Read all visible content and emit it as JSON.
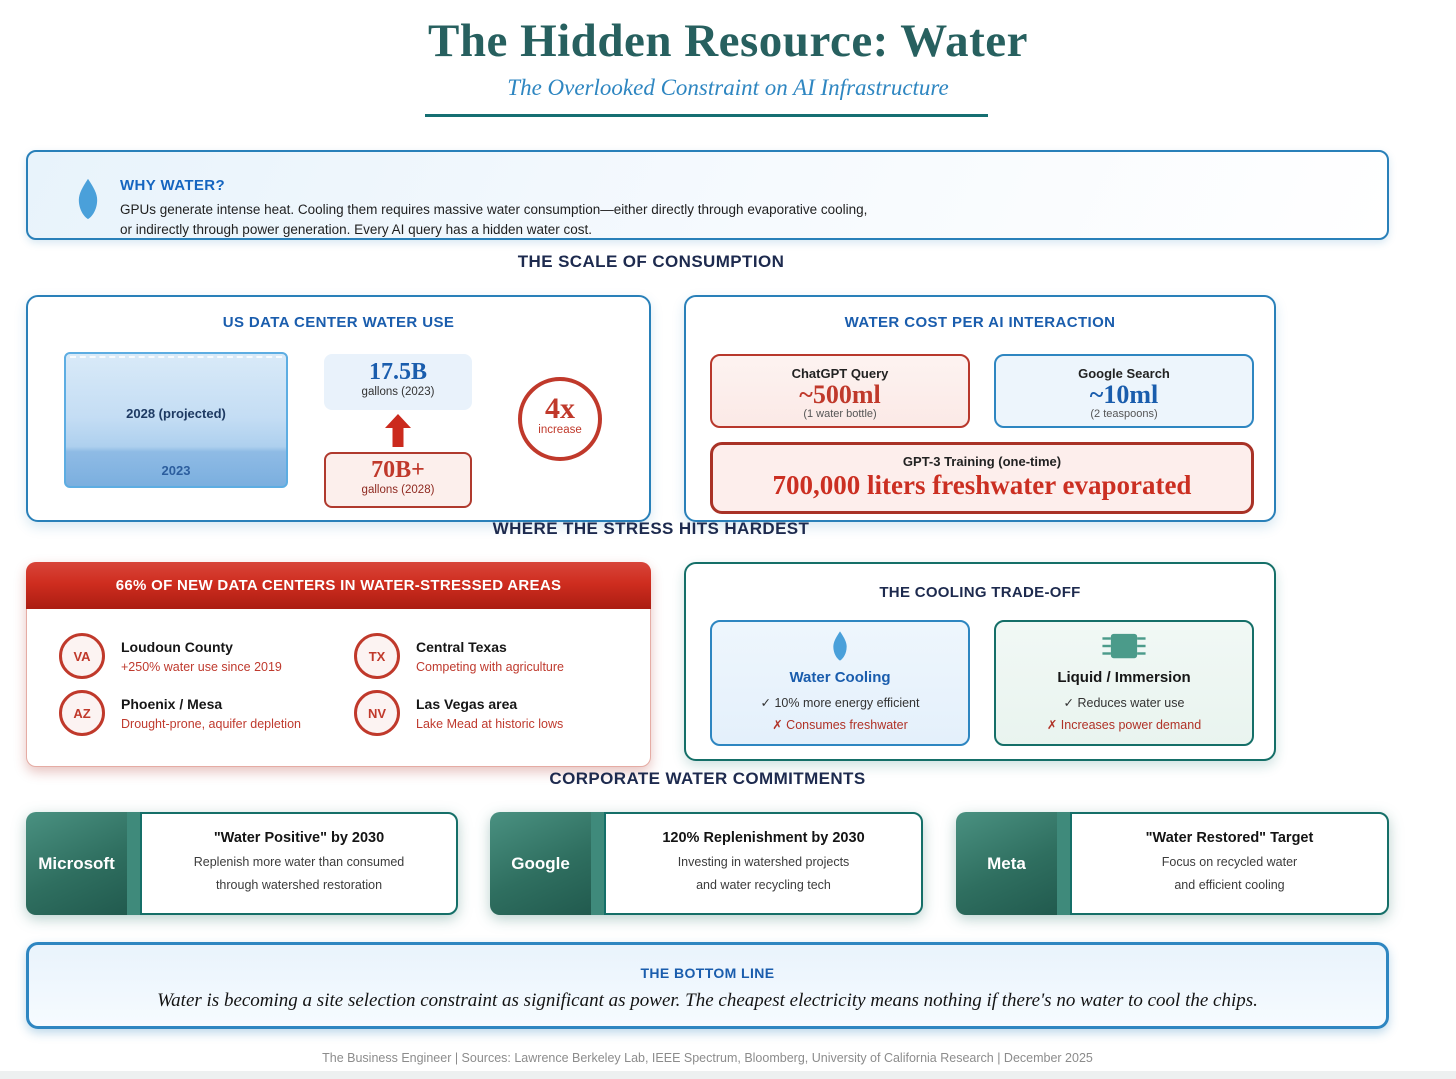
{
  "page": {
    "title": "The Hidden Resource: Water",
    "subtitle": "The Overlooked Constraint on AI Infrastructure",
    "footer": "The Business Engineer | Sources: Lawrence Berkeley Lab, IEEE Spectrum, Bloomberg, University of California Research | December 2025"
  },
  "why_water": {
    "heading": "WHY WATER?",
    "line1": "GPUs generate intense heat. Cooling them requires massive water consumption—either directly through evaporative cooling,",
    "line2": "or indirectly through power generation. Every AI query has a hidden water cost.",
    "icon": "water-droplet"
  },
  "sections": {
    "scale": "THE SCALE OF CONSUMPTION",
    "stress": "WHERE THE STRESS HITS HARDEST",
    "corporate": "CORPORATE WATER COMMITMENTS"
  },
  "water_use": {
    "heading": "US DATA CENTER WATER USE",
    "chart": {
      "top_label": "2028 (projected)",
      "bottom_label": "2023"
    },
    "stat_2023": {
      "value": "17.5B",
      "label": "gallons (2023)"
    },
    "stat_2028": {
      "value": "70B+",
      "label": "gallons (2028)"
    },
    "multiplier": {
      "value": "4x",
      "label": "increase"
    }
  },
  "ai_cost": {
    "heading": "WATER COST PER AI INTERACTION",
    "chatgpt": {
      "title": "ChatGPT Query",
      "value": "~500ml",
      "note": "(1 water bottle)"
    },
    "google": {
      "title": "Google Search",
      "value": "~10ml",
      "note": "(2 teaspoons)"
    },
    "gpt3": {
      "title": "GPT-3 Training (one-time)",
      "value": "700,000 liters freshwater evaporated"
    }
  },
  "stress": {
    "banner": "66% OF NEW DATA CENTERS IN WATER-STRESSED AREAS",
    "locations": [
      {
        "state": "VA",
        "name": "Loudoun County",
        "detail": "+250% water use since 2019"
      },
      {
        "state": "TX",
        "name": "Central Texas",
        "detail": "Competing with agriculture"
      },
      {
        "state": "AZ",
        "name": "Phoenix / Mesa",
        "detail": "Drought-prone, aquifer depletion"
      },
      {
        "state": "NV",
        "name": "Las Vegas area",
        "detail": "Lake Mead at historic lows"
      }
    ]
  },
  "cooling": {
    "heading": "THE COOLING TRADE-OFF",
    "water": {
      "title": "Water Cooling",
      "pro": "✓ 10% more energy efficient",
      "con": "✗ Consumes freshwater",
      "icon": "water-droplet"
    },
    "liquid": {
      "title": "Liquid / Immersion",
      "pro": "✓ Reduces water use",
      "con": "✗ Increases power demand",
      "icon": "chip"
    }
  },
  "corporate": [
    {
      "company": "Microsoft",
      "title": "\"Water Positive\" by 2030",
      "line1": "Replenish more water than consumed",
      "line2": "through watershed restoration"
    },
    {
      "company": "Google",
      "title": "120% Replenishment by 2030",
      "line1": "Investing in watershed projects",
      "line2": "and water recycling tech"
    },
    {
      "company": "Meta",
      "title": "\"Water Restored\" Target",
      "line1": "Focus on recycled water",
      "line2": "and efficient cooling"
    }
  ],
  "bottom_line": {
    "heading": "THE BOTTOM LINE",
    "text": "Water is becoming a site selection constraint as significant as power. The cheapest electricity means nothing if there's no water to cool the chips."
  },
  "colors": {
    "title_teal": "#27605f",
    "accent_blue": "#2e86c1",
    "heading_navy": "#1d2a4e",
    "panel_blue_border": "#2980b9",
    "stat_blue": "#1a5dad",
    "alert_red": "#c0392b",
    "banner_red": "#cf2d1f",
    "teal_border": "#156f68",
    "corporate_teal": "#2f6f60",
    "droplet_blue": "#4aa0da",
    "chip_teal": "#4b9b8a"
  }
}
